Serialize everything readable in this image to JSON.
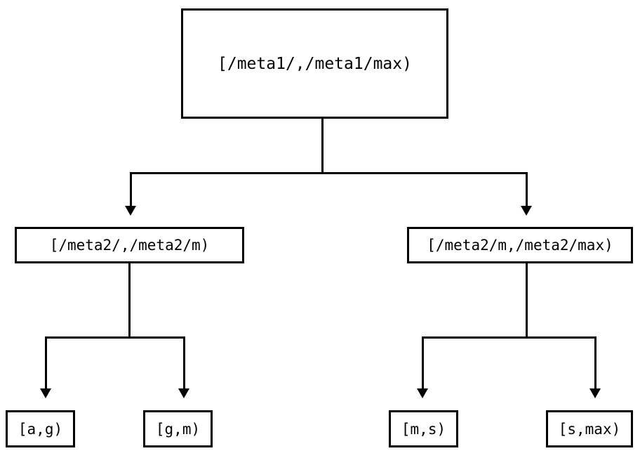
{
  "diagram": {
    "type": "tree",
    "orientation": "top-down",
    "background_color": "#ffffff",
    "line_color": "#000000",
    "text_color": "#000000",
    "nodes": {
      "root": {
        "label": "[/meta1/,/meta1/max)",
        "level": 0
      },
      "mid_left": {
        "label": "[/meta2/,/meta2/m)",
        "level": 1
      },
      "mid_right": {
        "label": "[/meta2/m,/meta2/max)",
        "level": 1
      },
      "leaf_1": {
        "label": "[a,g)",
        "level": 2
      },
      "leaf_2": {
        "label": "[g,m)",
        "level": 2
      },
      "leaf_3": {
        "label": "[m,s)",
        "level": 2
      },
      "leaf_4": {
        "label": "[s,max)",
        "level": 2
      }
    },
    "edges": [
      {
        "from": "root",
        "to": "mid_left",
        "arrow": "triangle-down"
      },
      {
        "from": "root",
        "to": "mid_right",
        "arrow": "triangle-down"
      },
      {
        "from": "mid_left",
        "to": "leaf_1",
        "arrow": "triangle-down"
      },
      {
        "from": "mid_left",
        "to": "leaf_2",
        "arrow": "triangle-down"
      },
      {
        "from": "mid_right",
        "to": "leaf_3",
        "arrow": "triangle-down"
      },
      {
        "from": "mid_right",
        "to": "leaf_4",
        "arrow": "triangle-down"
      }
    ]
  }
}
